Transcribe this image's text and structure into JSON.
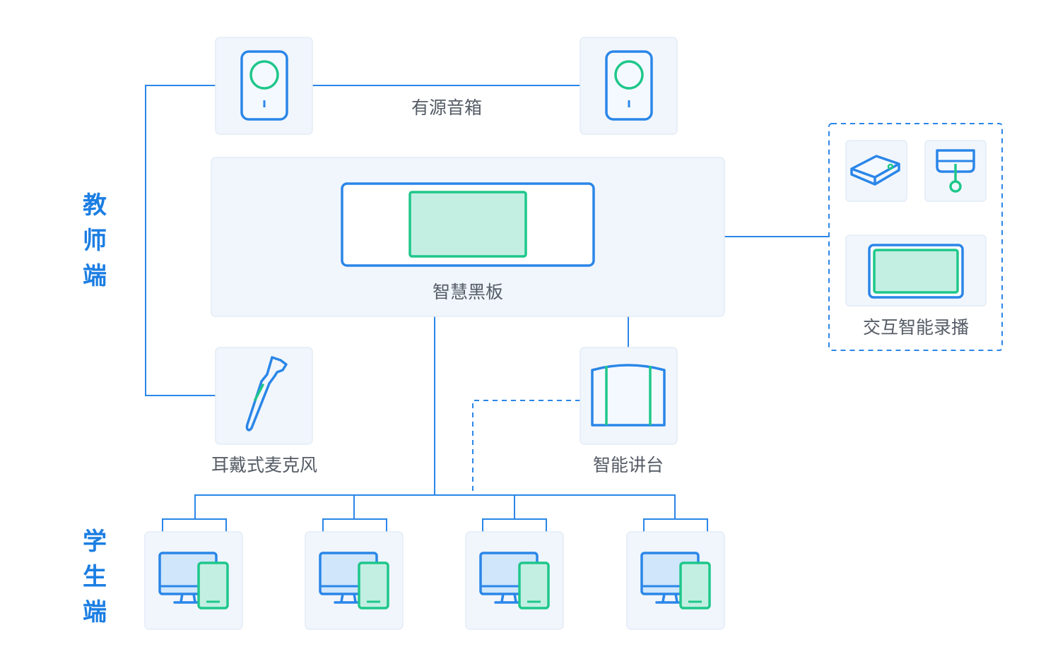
{
  "labels": {
    "speakers": "有源音箱",
    "smart_board": "智慧黑板",
    "headset_mic": "耳戴式麦克风",
    "smart_podium": "智能讲台",
    "recording": "交互智能录播"
  },
  "side_labels": {
    "teacher": [
      "教",
      "师",
      "端"
    ],
    "student": [
      "学",
      "生",
      "端"
    ]
  },
  "colors": {
    "line_blue": "#2a86e8",
    "screen_green": "#c3efe3",
    "accent_green": "#1ec78a",
    "box_fill": "#f1f6fc",
    "side_label": "#1c7ee3"
  },
  "icons": {
    "speaker": "speaker-icon",
    "board": "smart-board-icon",
    "mic": "headset-mic-icon",
    "podium": "podium-icon",
    "projector": "projector-icon",
    "camera": "camera-icon",
    "display": "display-icon",
    "student_device": "computer-tablet-icon"
  }
}
